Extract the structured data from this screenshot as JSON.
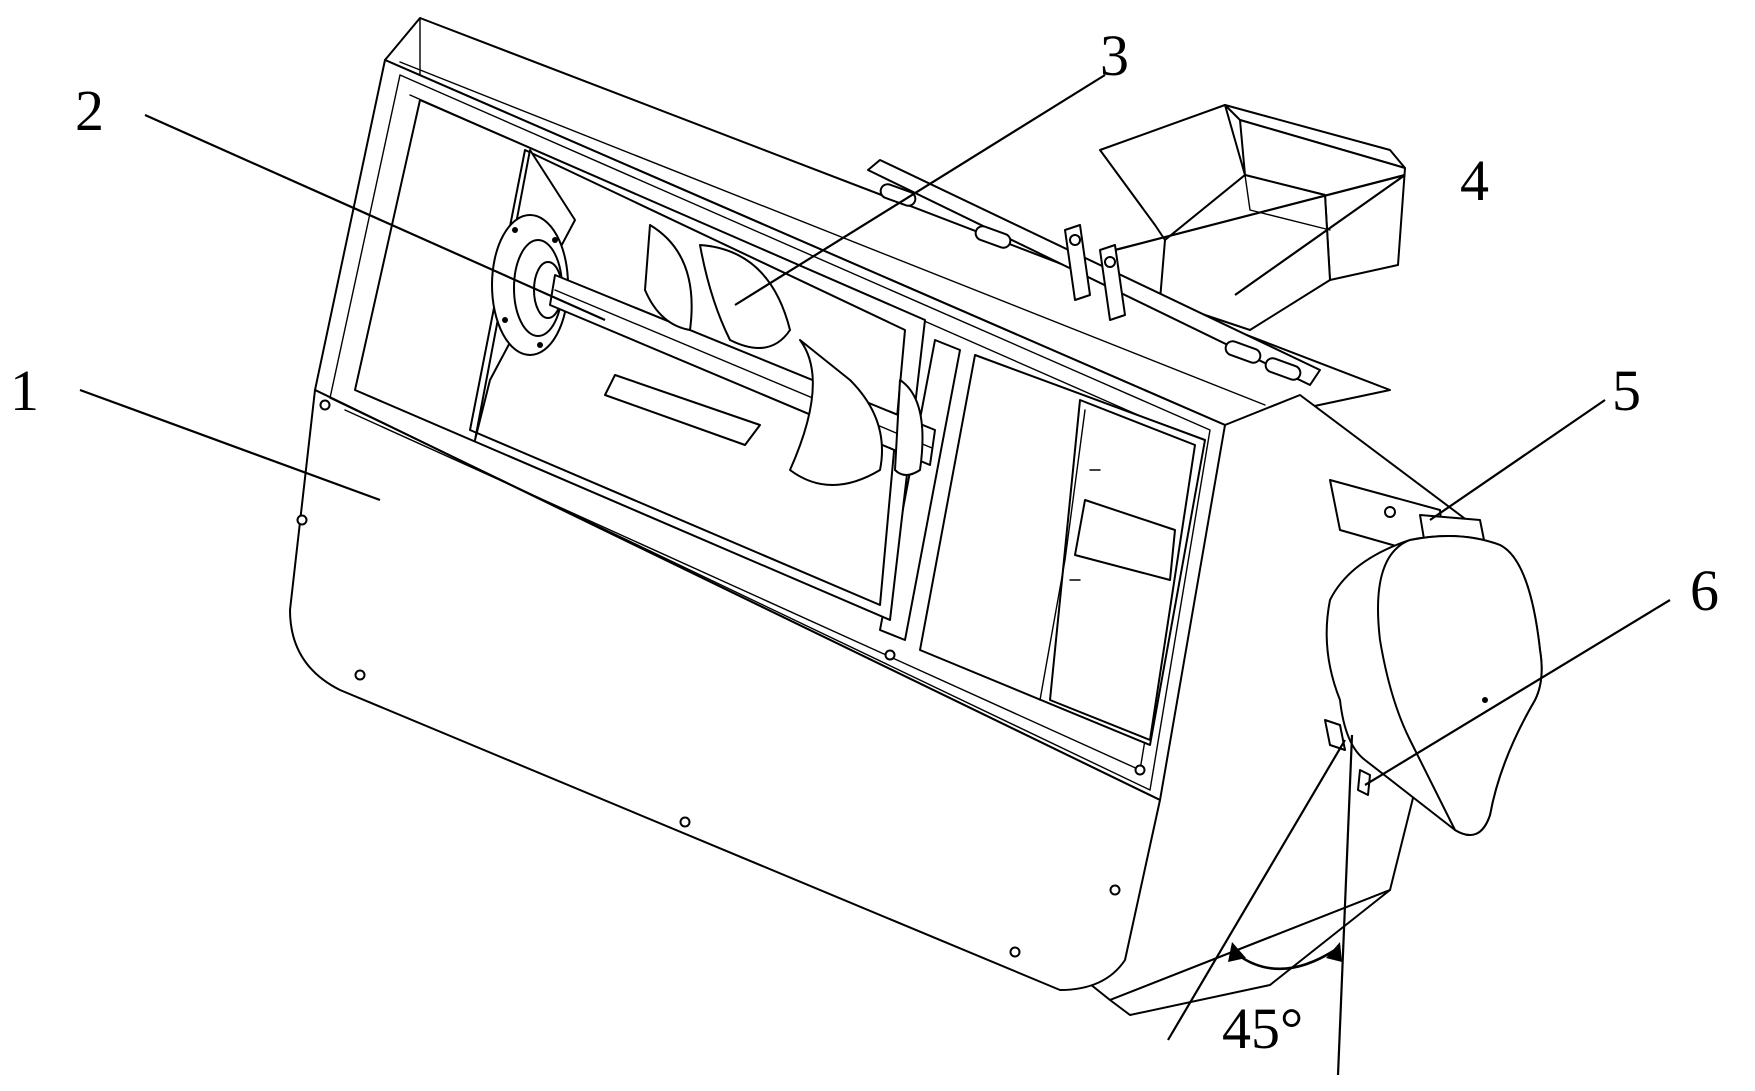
{
  "labels": [
    {
      "id": "1",
      "text": "1"
    },
    {
      "id": "2",
      "text": "2"
    },
    {
      "id": "3",
      "text": "3"
    },
    {
      "id": "4",
      "text": "4"
    },
    {
      "id": "5",
      "text": "5"
    },
    {
      "id": "6",
      "text": "6"
    }
  ],
  "angle": {
    "text": "45°",
    "degrees": 45
  }
}
